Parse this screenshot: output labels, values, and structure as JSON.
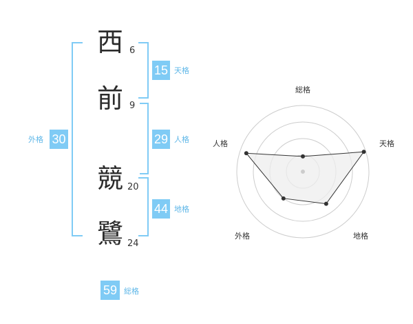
{
  "name": {
    "chars": [
      {
        "char": "西",
        "strokes": "6"
      },
      {
        "char": "前",
        "strokes": "9"
      },
      {
        "char": "競",
        "strokes": "20"
      },
      {
        "char": "鷺",
        "strokes": "24"
      }
    ]
  },
  "fortunes": {
    "tenkaku": {
      "value": "15",
      "label": "天格"
    },
    "jinkaku": {
      "value": "29",
      "label": "人格"
    },
    "chikaku": {
      "value": "44",
      "label": "地格"
    },
    "gaikaku": {
      "value": "30",
      "label": "外格"
    },
    "soukaku": {
      "value": "59",
      "label": "総格"
    }
  },
  "radar": {
    "axes": [
      "総格",
      "天格",
      "地格",
      "外格",
      "人格"
    ],
    "levels": 4,
    "values": [
      0.23,
      0.97,
      0.6,
      0.5,
      0.9
    ],
    "colors": {
      "ring": "#cccccc",
      "fill": "#eeeeee",
      "line": "#333333",
      "point": "#333333",
      "center": "#cccccc"
    }
  },
  "colors": {
    "accent": "#7fcbf5",
    "accent_text": "#5fb7e8"
  }
}
